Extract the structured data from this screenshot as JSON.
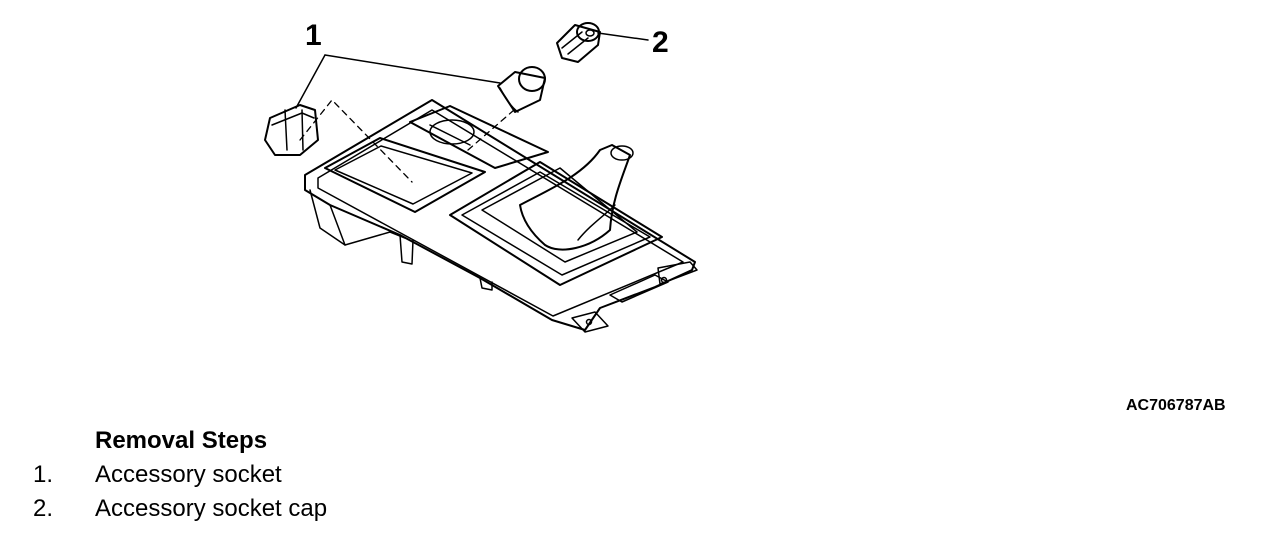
{
  "callouts": [
    {
      "number": "1",
      "part": "accessory socket"
    },
    {
      "number": "2",
      "part": "accessory socket cap"
    }
  ],
  "drawing_code": "AC706787AB",
  "removal": {
    "title": "Removal Steps",
    "steps": [
      {
        "number": "1.",
        "text": "Accessory socket"
      },
      {
        "number": "2.",
        "text": "Accessory socket cap"
      }
    ]
  }
}
